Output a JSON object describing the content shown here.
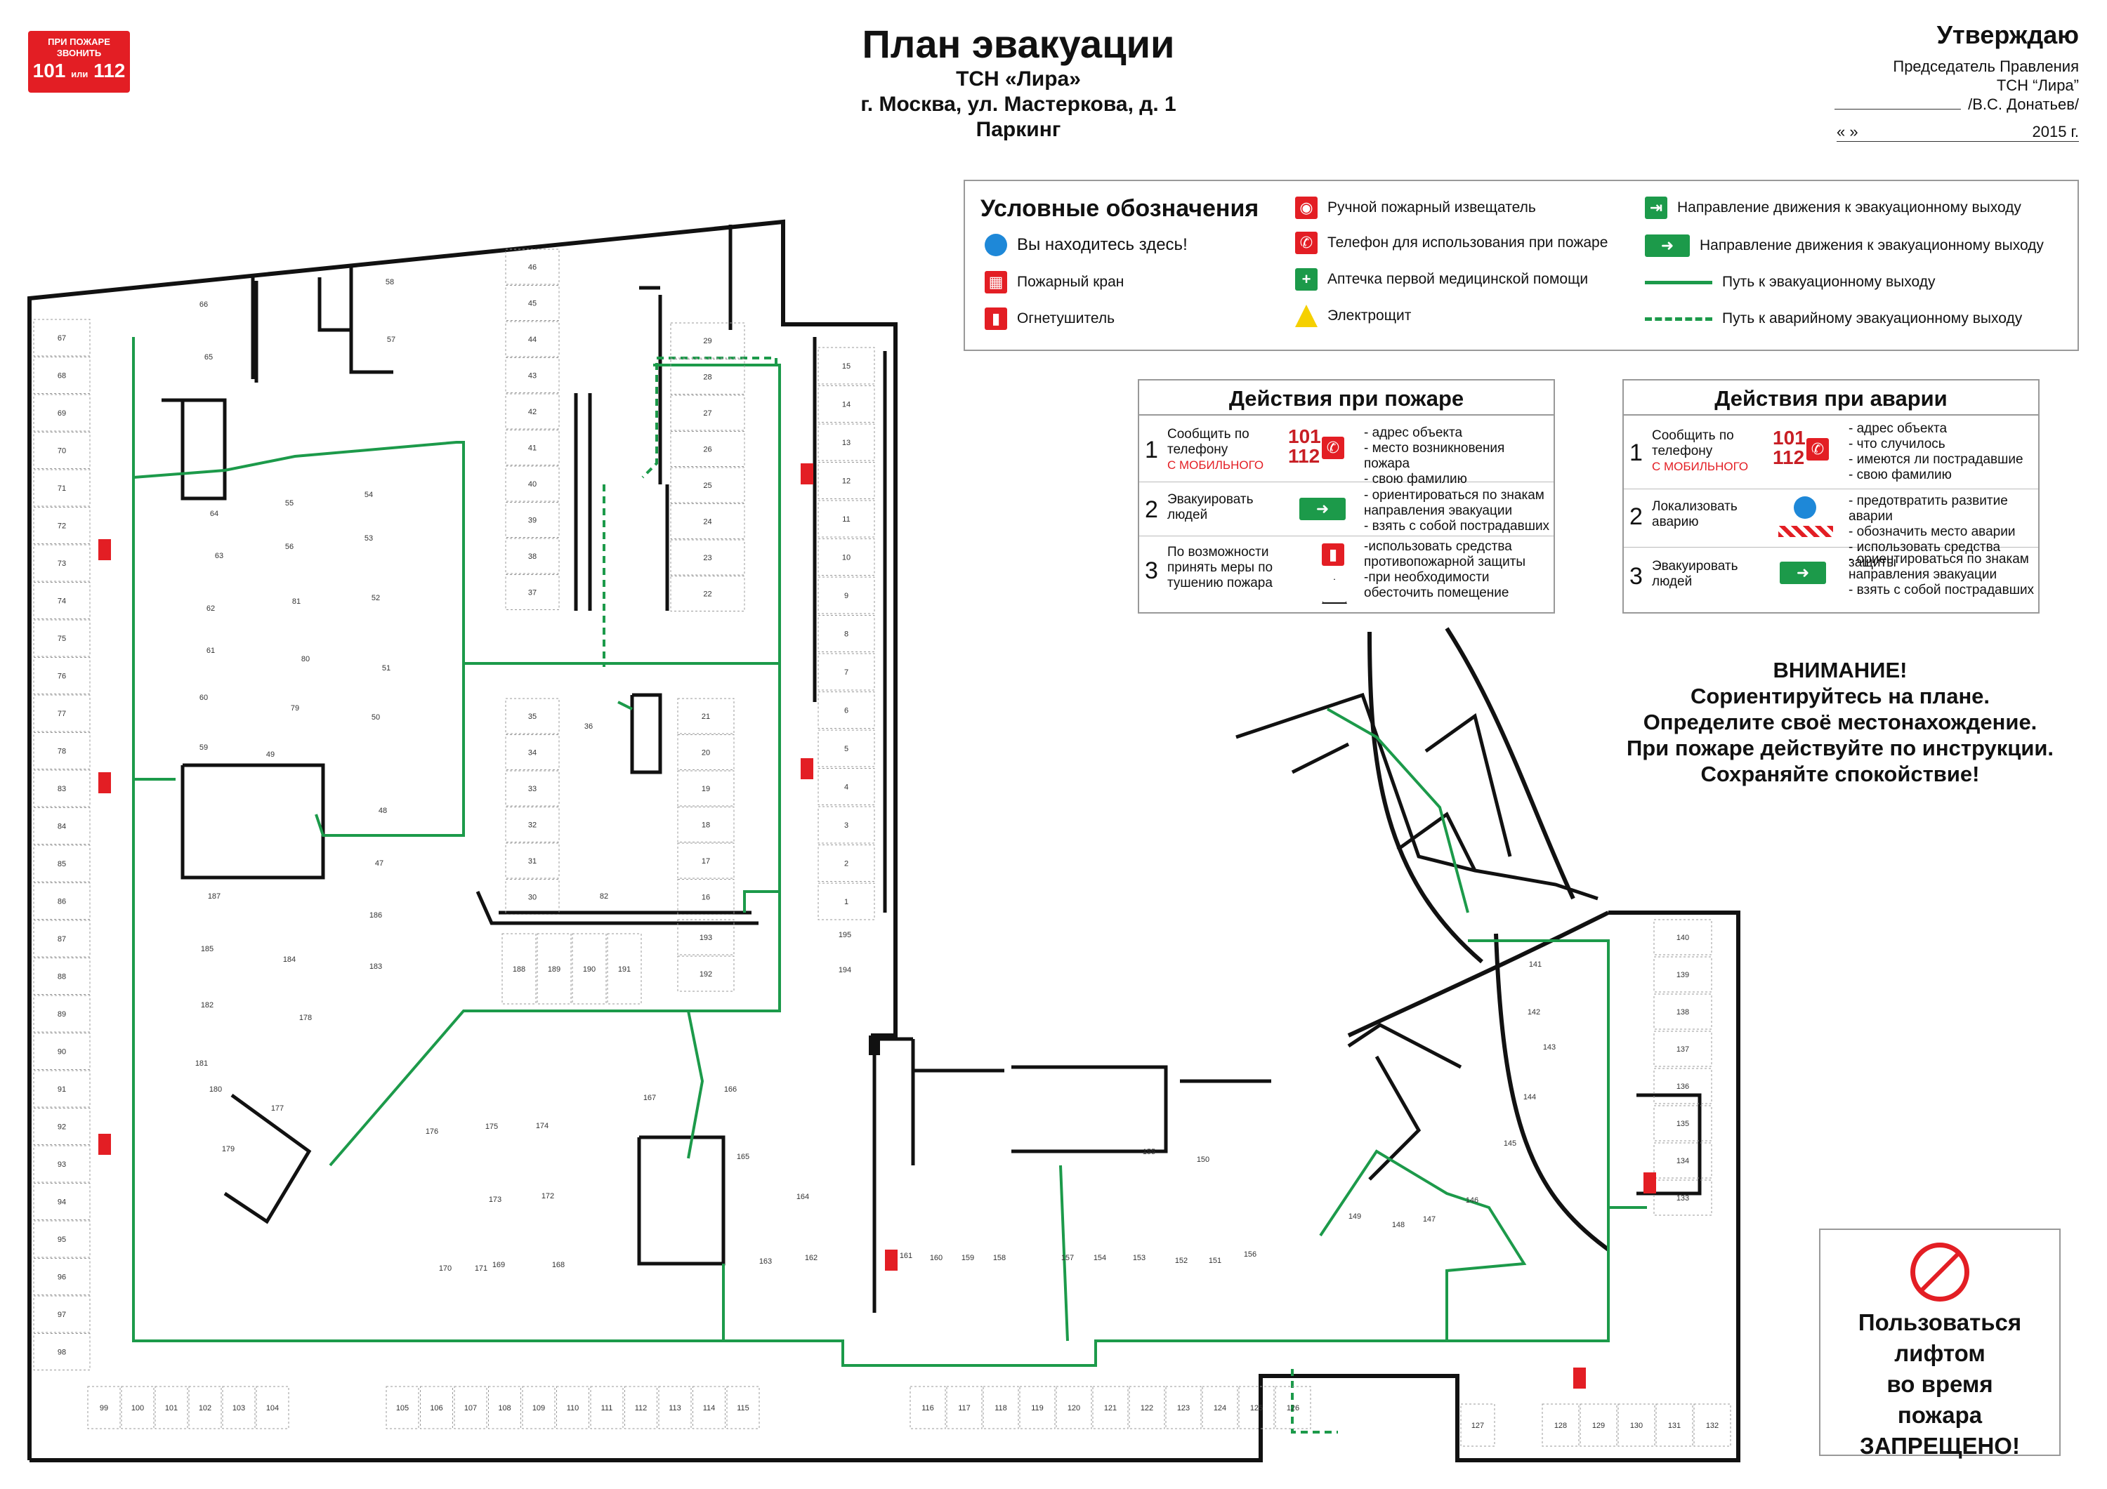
{
  "header": {
    "title": "План эвакуации",
    "line1": "ТСН «Лира»",
    "line2": "г. Москва, ул. Мастеркова, д. 1",
    "line3": "Паркинг"
  },
  "fire_call": {
    "label1": "ПРИ ПОЖАРЕ",
    "label2": "ЗВОНИТЬ",
    "num1": "101",
    "sep": "или",
    "num2": "112"
  },
  "approval": {
    "title": "Утверждаю",
    "role1": "Председатель Правления",
    "role2": "ТСН “Лира”",
    "name": "/В.С. Донатьев/",
    "date_left": "«        »",
    "year": "2015 г."
  },
  "legend": {
    "title": "Условные обозначения",
    "items": [
      {
        "icon": "you-are-here-icon",
        "label": "Вы находитесь здесь!"
      },
      {
        "icon": "fire-hydrant-icon",
        "label": "Пожарный кран"
      },
      {
        "icon": "fire-extinguisher-icon",
        "label": "Огнетушитель"
      },
      {
        "icon": "manual-fire-alarm-icon",
        "label": "Ручной пожарный извещатель"
      },
      {
        "icon": "fire-phone-icon",
        "label": "Телефон для использования при пожаре"
      },
      {
        "icon": "first-aid-icon",
        "label": "Аптечка первой медицинской помощи"
      },
      {
        "icon": "electrical-panel-icon",
        "label": "Электрощит"
      },
      {
        "icon": "exit-direction-icon",
        "label": "Направление движения к эвакуационному выходу"
      },
      {
        "icon": "exit-direction-arrow-icon",
        "label": "Направление движения к эвакуационному выходу"
      },
      {
        "icon": "evac-path-line",
        "label": "Путь к  эвакуационному выходу"
      },
      {
        "icon": "emergency-path-line",
        "label": "Путь к аварийному эвакуационному выходу"
      }
    ]
  },
  "fire_actions": {
    "title": "Действия при пожаре",
    "rows": [
      {
        "num": "1",
        "label": "Сообщить по телефону",
        "mobile": "С МОБИЛЬНОГО",
        "phone1": "101",
        "phone2": "112",
        "details": "- адрес объекта\n- место возникновения пожара\n- свою фамилию"
      },
      {
        "num": "2",
        "label": "Эвакуировать людей",
        "details": "- ориентироваться по знакам\n  направления эвакуации\n- взять с собой пострадавших"
      },
      {
        "num": "3",
        "label": "По возможности принять меры по тушению пожара",
        "details": "-использовать средства\n противопожарной защиты\n-при необходимости\n обесточить  помещение"
      }
    ]
  },
  "accident_actions": {
    "title": "Действия при аварии",
    "rows": [
      {
        "num": "1",
        "label": "Сообщить по телефону",
        "mobile": "С МОБИЛЬНОГО",
        "phone1": "101",
        "phone2": "112",
        "details": "- адрес объекта\n- что случилось\n- имеются ли пострадавшие\n- свою фамилию"
      },
      {
        "num": "2",
        "label": "Локализовать аварию",
        "details": "- предотвратить развитие аварии\n- обозначить место аварии\n- использовать средства защиты"
      },
      {
        "num": "3",
        "label": "Эвакуировать людей",
        "details": "- ориентироваться по знакам\n  направления эвакуации\n- взять с собой пострадавших"
      }
    ]
  },
  "attention": {
    "l1": "ВНИМАНИЕ!",
    "l2": "Сориентируйтесь на плане.",
    "l3": "Определите своё местонахождение.",
    "l4": "При пожаре действуйте по инструкции.",
    "l5": "Сохраняйте спокойствие!"
  },
  "lift_warning": {
    "l1": "Пользоваться",
    "l2": "лифтом",
    "l3": "во время",
    "l4": "пожара",
    "l5": "ЗАПРЕЩЕНО!"
  },
  "colors": {
    "evac_green": "#1c9a4a",
    "fire_red": "#e31e24",
    "wall": "#111111"
  },
  "parking_spaces": {
    "left_column": [
      "67",
      "68",
      "69",
      "70",
      "71",
      "72",
      "73",
      "74",
      "75",
      "76",
      "77",
      "78",
      "83",
      "84",
      "85",
      "86",
      "87",
      "88",
      "89",
      "90",
      "91",
      "92",
      "93",
      "94",
      "95",
      "96",
      "97",
      "98"
    ],
    "bottom_row": [
      "99",
      "100",
      "101",
      "102",
      "103",
      "104",
      "105",
      "106",
      "107",
      "108",
      "109",
      "110",
      "111",
      "112",
      "113",
      "114",
      "115",
      "116",
      "117",
      "118",
      "119",
      "120",
      "121",
      "122",
      "123",
      "124",
      "125",
      "126"
    ],
    "right_bottom": [
      "127",
      "128",
      "129",
      "130",
      "131",
      "132"
    ],
    "right_column": [
      "140",
      "139",
      "138",
      "137",
      "136",
      "135",
      "134",
      "133"
    ],
    "col_46_37": [
      "46",
      "45",
      "44",
      "43",
      "42",
      "41",
      "40",
      "39",
      "38",
      "37"
    ],
    "col_29_22": [
      "29",
      "28",
      "27",
      "26",
      "25",
      "24",
      "23",
      "22"
    ],
    "col_15_1": [
      "15",
      "14",
      "13",
      "12",
      "11",
      "10",
      "9",
      "8",
      "7",
      "6",
      "5",
      "4",
      "3",
      "2",
      "1"
    ],
    "col_35_30": [
      "35",
      "34",
      "33",
      "32",
      "31",
      "30"
    ],
    "col_21_16": [
      "21",
      "20",
      "19",
      "18",
      "17",
      "16"
    ],
    "row_188_192": [
      "188",
      "189",
      "190",
      "191",
      "193",
      "192"
    ],
    "misc": [
      "36",
      "82",
      "195",
      "194",
      "66",
      "65",
      "58",
      "57",
      "64",
      "55",
      "54",
      "63",
      "56",
      "53",
      "62",
      "81",
      "52",
      "61",
      "80",
      "51",
      "60",
      "79",
      "50",
      "59",
      "49",
      "48",
      "47",
      "187",
      "186",
      "185",
      "184",
      "183",
      "182",
      "178",
      "181",
      "180",
      "177",
      "179",
      "176",
      "175",
      "174",
      "173",
      "172",
      "171",
      "170",
      "169",
      "168",
      "167",
      "166",
      "165",
      "164",
      "163",
      "162",
      "161",
      "160",
      "159",
      "158",
      "157",
      "154",
      "153",
      "152",
      "151",
      "156",
      "155",
      "150",
      "149",
      "148",
      "147",
      "146",
      "145",
      "144",
      "143",
      "142",
      "141"
    ]
  }
}
